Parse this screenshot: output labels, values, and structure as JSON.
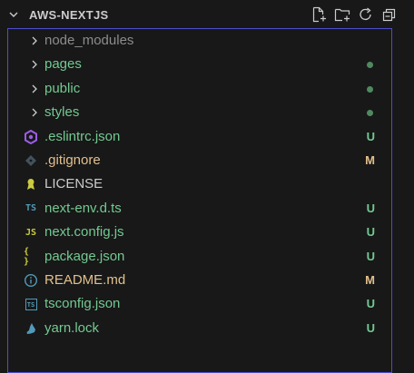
{
  "explorer": {
    "title": "AWS-NEXTJS",
    "actions": [
      {
        "name": "new-file-icon"
      },
      {
        "name": "new-folder-icon"
      },
      {
        "name": "refresh-icon"
      },
      {
        "name": "collapse-all-icon"
      }
    ]
  },
  "colors": {
    "untracked": "#73c991",
    "modified": "#e2c08d",
    "ignored": "#8c8c8c",
    "focus_border": "#4d4ed0"
  },
  "tree": [
    {
      "label": "node_modules",
      "type": "folder",
      "status": "ignored",
      "badge": ""
    },
    {
      "label": "pages",
      "type": "folder",
      "status": "untracked",
      "badge": ""
    },
    {
      "label": "public",
      "type": "folder",
      "status": "untracked",
      "badge": ""
    },
    {
      "label": "styles",
      "type": "folder",
      "status": "untracked",
      "badge": ""
    },
    {
      "label": ".eslintrc.json",
      "type": "file",
      "icon": "eslint-icon",
      "status": "untracked",
      "badge": "U"
    },
    {
      "label": ".gitignore",
      "type": "file",
      "icon": "git-icon",
      "status": "modified",
      "badge": "M"
    },
    {
      "label": "LICENSE",
      "type": "file",
      "icon": "license-icon",
      "status": "none",
      "badge": ""
    },
    {
      "label": "next-env.d.ts",
      "type": "file",
      "icon": "typescript-icon",
      "icon_text": "TS",
      "status": "untracked",
      "badge": "U"
    },
    {
      "label": "next.config.js",
      "type": "file",
      "icon": "javascript-icon",
      "icon_text": "JS",
      "status": "untracked",
      "badge": "U"
    },
    {
      "label": "package.json",
      "type": "file",
      "icon": "json-icon",
      "icon_text": "{ }",
      "status": "untracked",
      "badge": "U"
    },
    {
      "label": "README.md",
      "type": "file",
      "icon": "info-icon",
      "status": "modified",
      "badge": "M"
    },
    {
      "label": "tsconfig.json",
      "type": "file",
      "icon": "tsconfig-icon",
      "icon_text": "TS",
      "status": "untracked",
      "badge": "U"
    },
    {
      "label": "yarn.lock",
      "type": "file",
      "icon": "yarn-icon",
      "status": "untracked",
      "badge": "U"
    }
  ]
}
